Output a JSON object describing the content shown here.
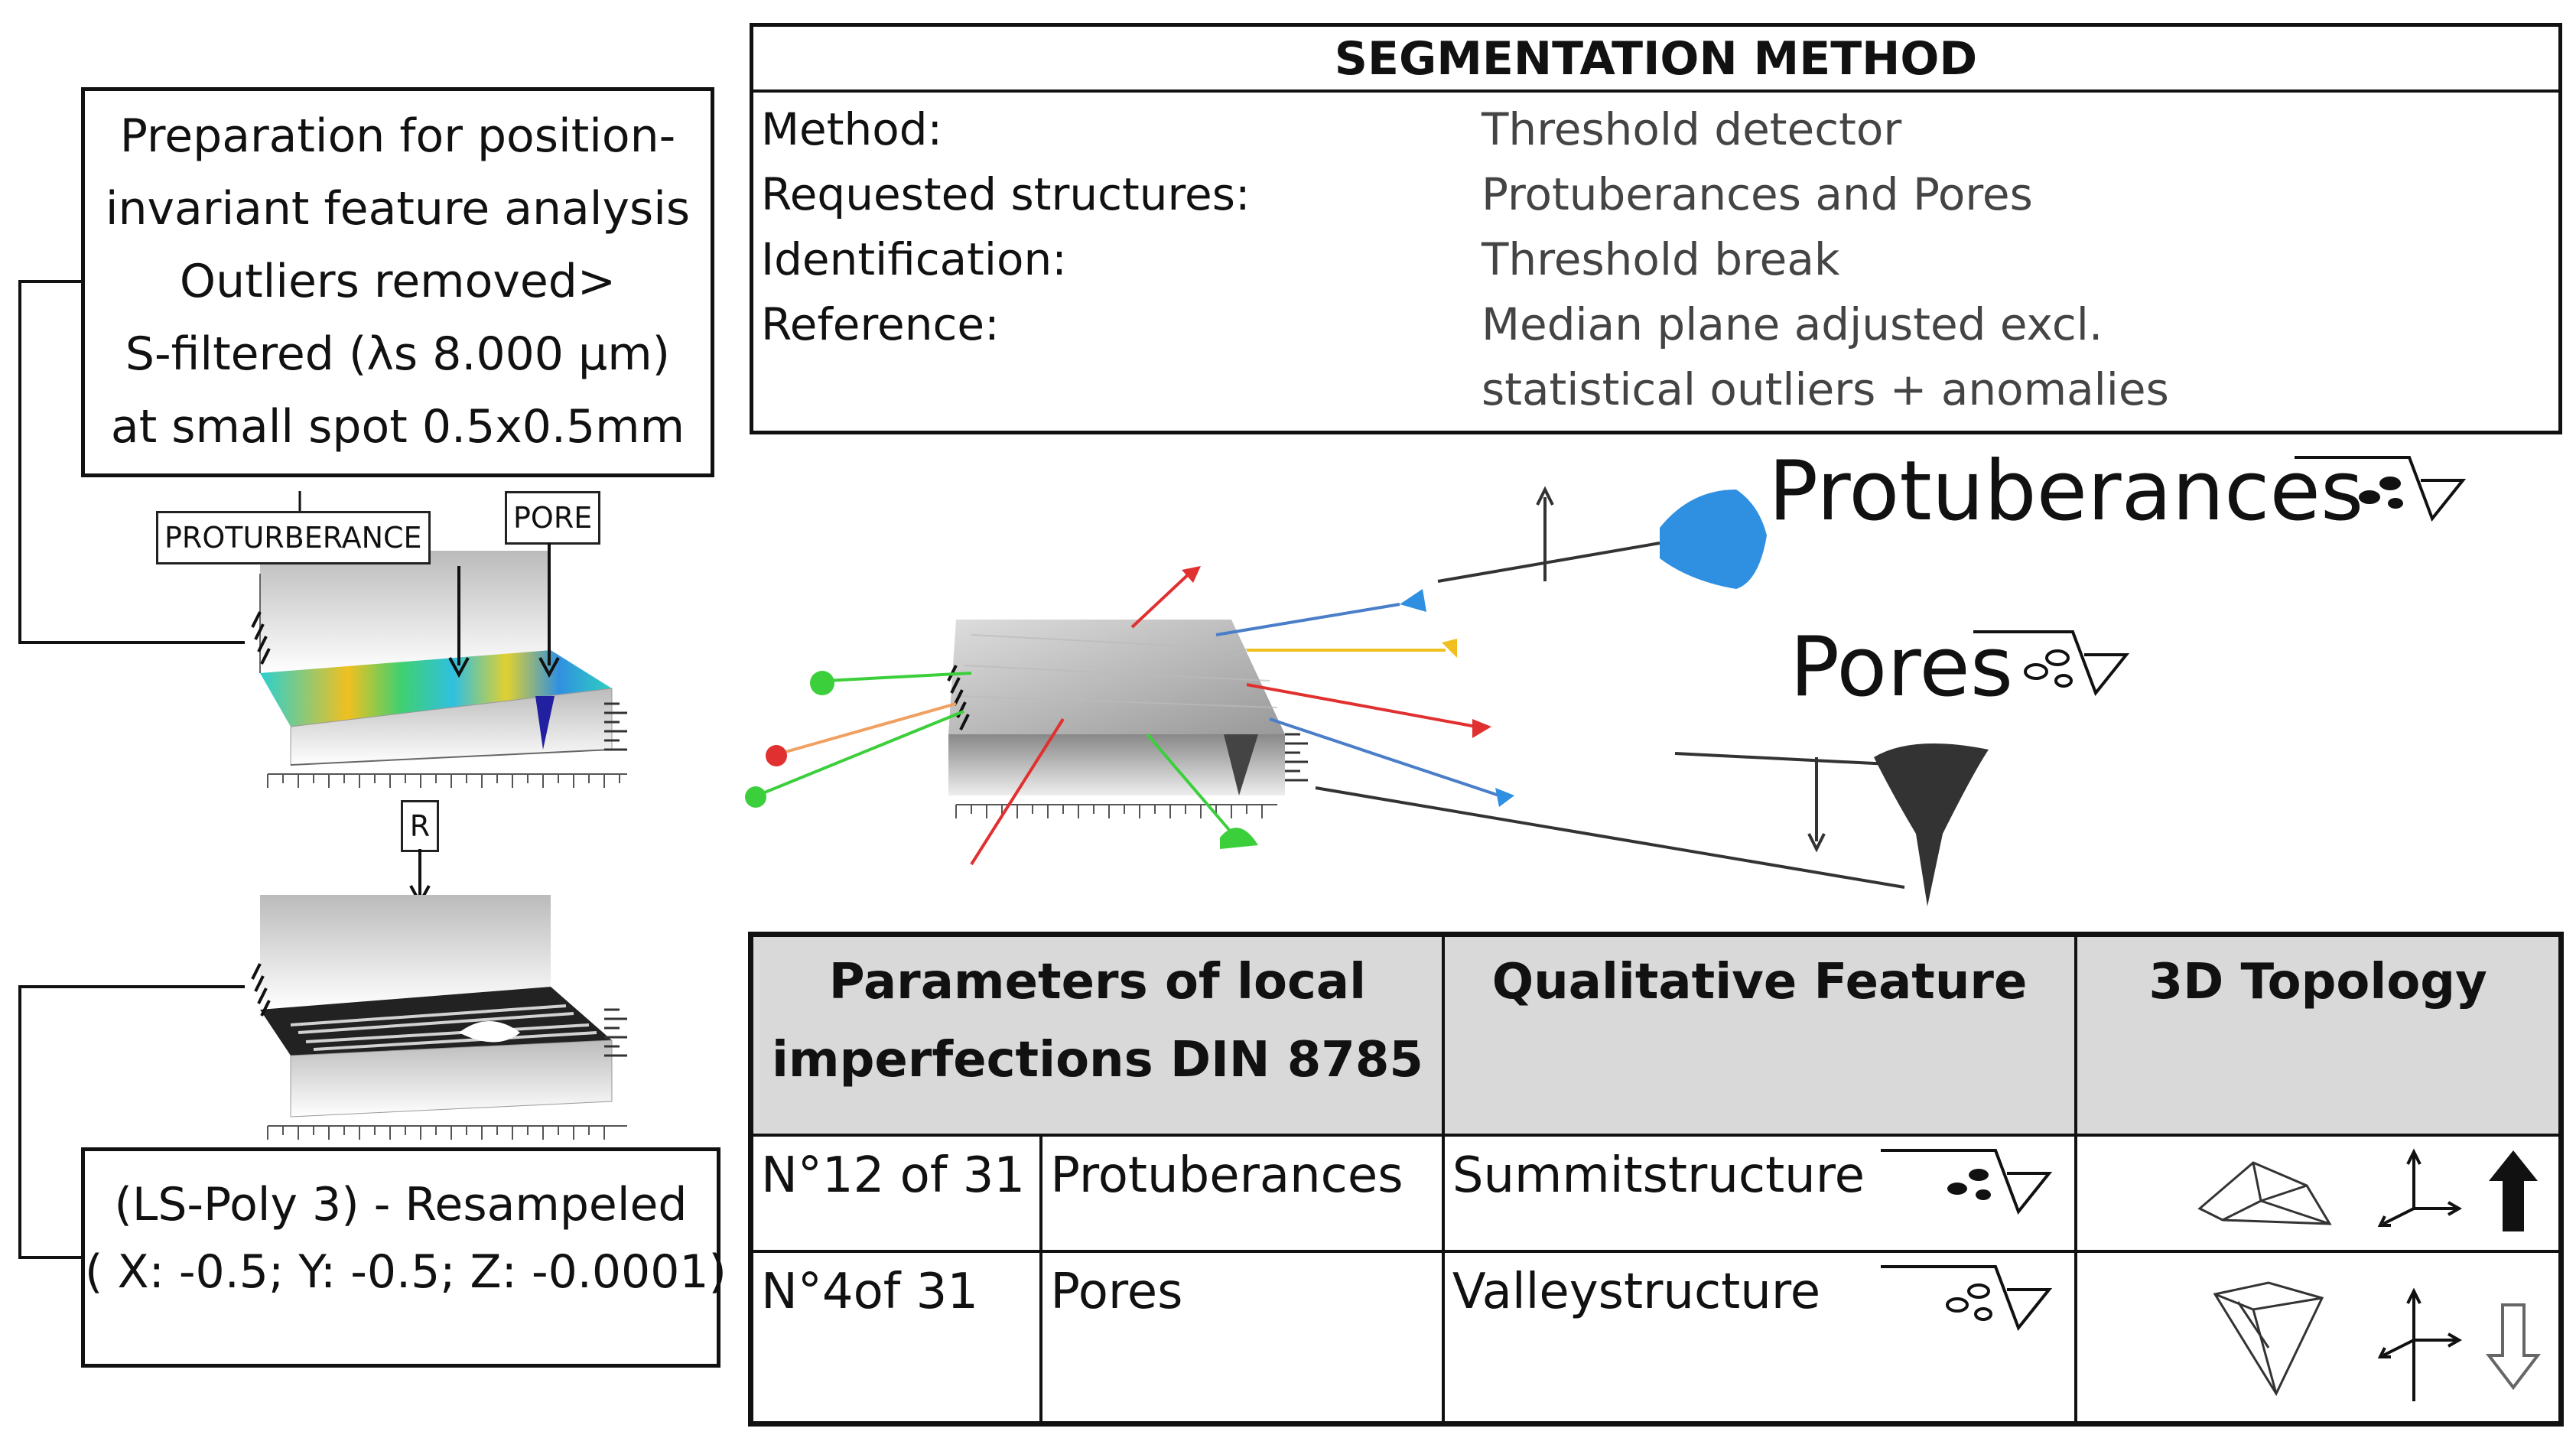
{
  "prep_box": {
    "lines": [
      "Preparation for position-",
      "invariant feature analysis",
      "Outliers removed>",
      "S-filtered (λs 8.000 µm)",
      "at small spot 0.5x0.5mm"
    ]
  },
  "surface_labels": {
    "protuberance": "PROTURBERANCE",
    "pore": "PORE",
    "r": "R"
  },
  "resample_box": {
    "line1": "(LS-Poly 3) - Resampeled",
    "line2": "( X: -0.5; Y: -0.5; Z: -0.0001)"
  },
  "segmentation": {
    "title": "SEGMENTATION METHOD",
    "rows": [
      {
        "key": "Method:",
        "value": "Threshold detector"
      },
      {
        "key": "Requested structures:",
        "value": "Protuberances and Pores"
      },
      {
        "key": "Identification:",
        "value": "Threshold break"
      },
      {
        "key": "Reference:",
        "value": "Median plane adjusted excl."
      },
      {
        "key": "",
        "value": "statistical outliers + anomalies"
      }
    ]
  },
  "features": {
    "protuberances": "Protuberances",
    "pores": "Pores"
  },
  "params_table": {
    "header1_line1": "Parameters of local",
    "header1_line2": "imperfections DIN 8785",
    "header2": "Qualitative Feature",
    "header3": "3D Topology",
    "rows": [
      {
        "count": "N°12 of 31",
        "name": "Protuberances",
        "feature": "Summitstructure"
      },
      {
        "count": "N°4of 31",
        "name": "Pores",
        "feature": "Valleystructure"
      }
    ]
  },
  "colors": {
    "protuberance_blue": "#2f8fe0",
    "pore_dark": "#333333",
    "green": "#3ccf3c",
    "red": "#e03030",
    "orange": "#f0a060",
    "yellow": "#f0c020",
    "steelblue": "#4a7ec8"
  },
  "icons": [
    "summit-symbol-icon",
    "valley-symbol-icon",
    "axes-icon",
    "arrow-up-icon",
    "arrow-down-icon",
    "pyramid-mesh-icon",
    "funnel-mesh-icon"
  ]
}
